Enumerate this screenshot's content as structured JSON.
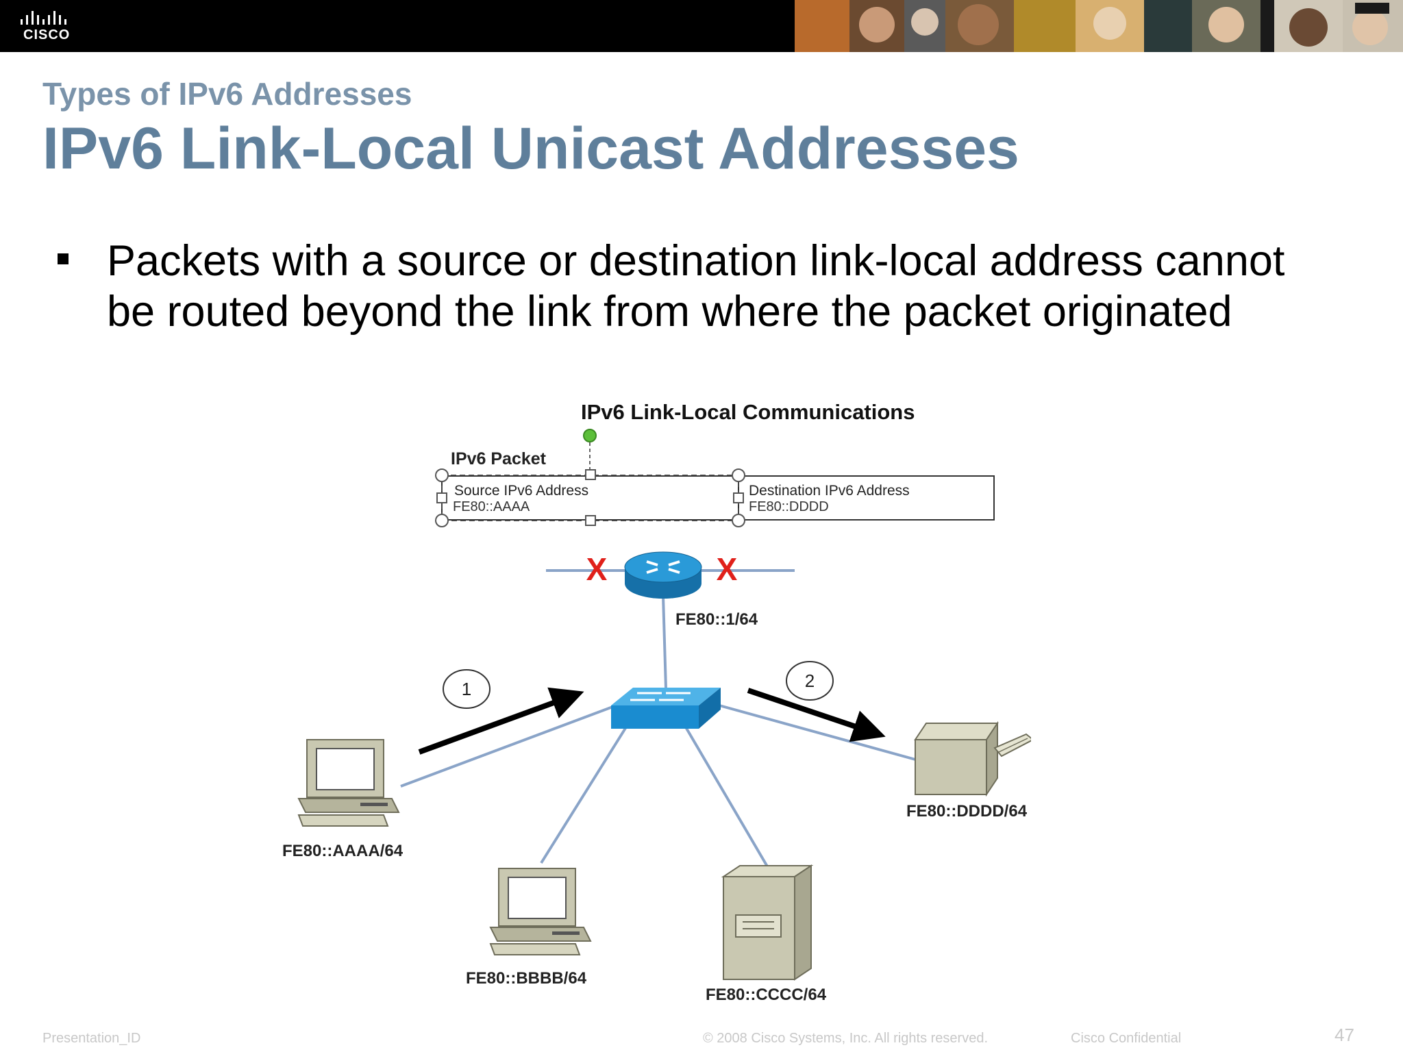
{
  "header": {
    "logo_text": "CISCO",
    "logo_icon": "cisco-bars-icon"
  },
  "slide": {
    "subtitle": "Types of IPv6 Addresses",
    "title": "IPv6 Link-Local Unicast Addresses",
    "bullet": "Packets with a source or destination link-local address cannot be routed beyond the link from where the packet originated"
  },
  "diagram": {
    "title": "IPv6 Link-Local Communications",
    "packet_label": "IPv6 Packet",
    "source_label": "Source IPv6 Address",
    "source_value": "FE80::AAAA",
    "dest_label": "Destination IPv6 Address",
    "dest_value": "FE80::DDDD",
    "router_address": "FE80::1/64",
    "host_a": "FE80::AAAA/64",
    "host_b": "FE80::BBBB/64",
    "host_c": "FE80::CCCC/64",
    "host_d": "FE80::DDDD/64",
    "step1": "1",
    "step2": "2",
    "blocked_mark": "X",
    "colors": {
      "link": "#8aa4c8",
      "device_blue": "#1e8fd0",
      "blocked": "#e0201a",
      "device_beige": "#c9c8b1"
    }
  },
  "footer": {
    "presentation_id": "Presentation_ID",
    "copyright": "© 2008 Cisco Systems, Inc. All rights reserved.",
    "confidential": "Cisco Confidential",
    "page_number": "47"
  }
}
